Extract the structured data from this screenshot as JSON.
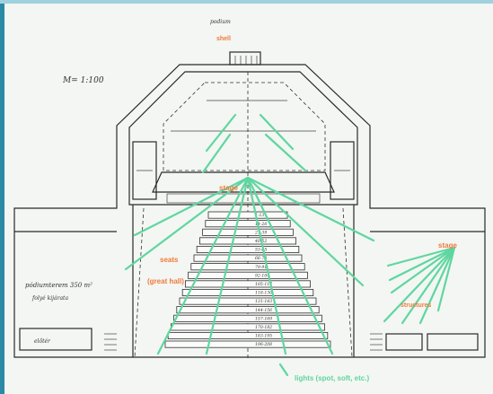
{
  "colors": {
    "paper": "#f3f6f2",
    "frame": "#2a8aa6",
    "annotation_orange": "#f07a3c",
    "annotation_green": "#5fd6a0",
    "ink": "#2a2a2a"
  },
  "plan": {
    "scale": "M= 1:100",
    "top_label": "podium",
    "left_room_area": "pódiumterem  350 m²",
    "left_room_sub": "folyé kijárata",
    "left_bottom_box": "előtér"
  },
  "annotations": {
    "shell": "shell",
    "stage": "stage",
    "seats": "seats",
    "seats_sub": "(great hall)",
    "stage_right": "stage",
    "wings_right": "structures",
    "lights": "lights (spot, soft, etc.)"
  },
  "seat_rows": [
    "1-13",
    "14-26",
    "27-39",
    "40-52",
    "53-65",
    "66-78",
    "79-91",
    "92-104",
    "105-117",
    "118-130",
    "131-143",
    "144-156",
    "157-169",
    "170-182",
    "183-195",
    "196-208"
  ]
}
